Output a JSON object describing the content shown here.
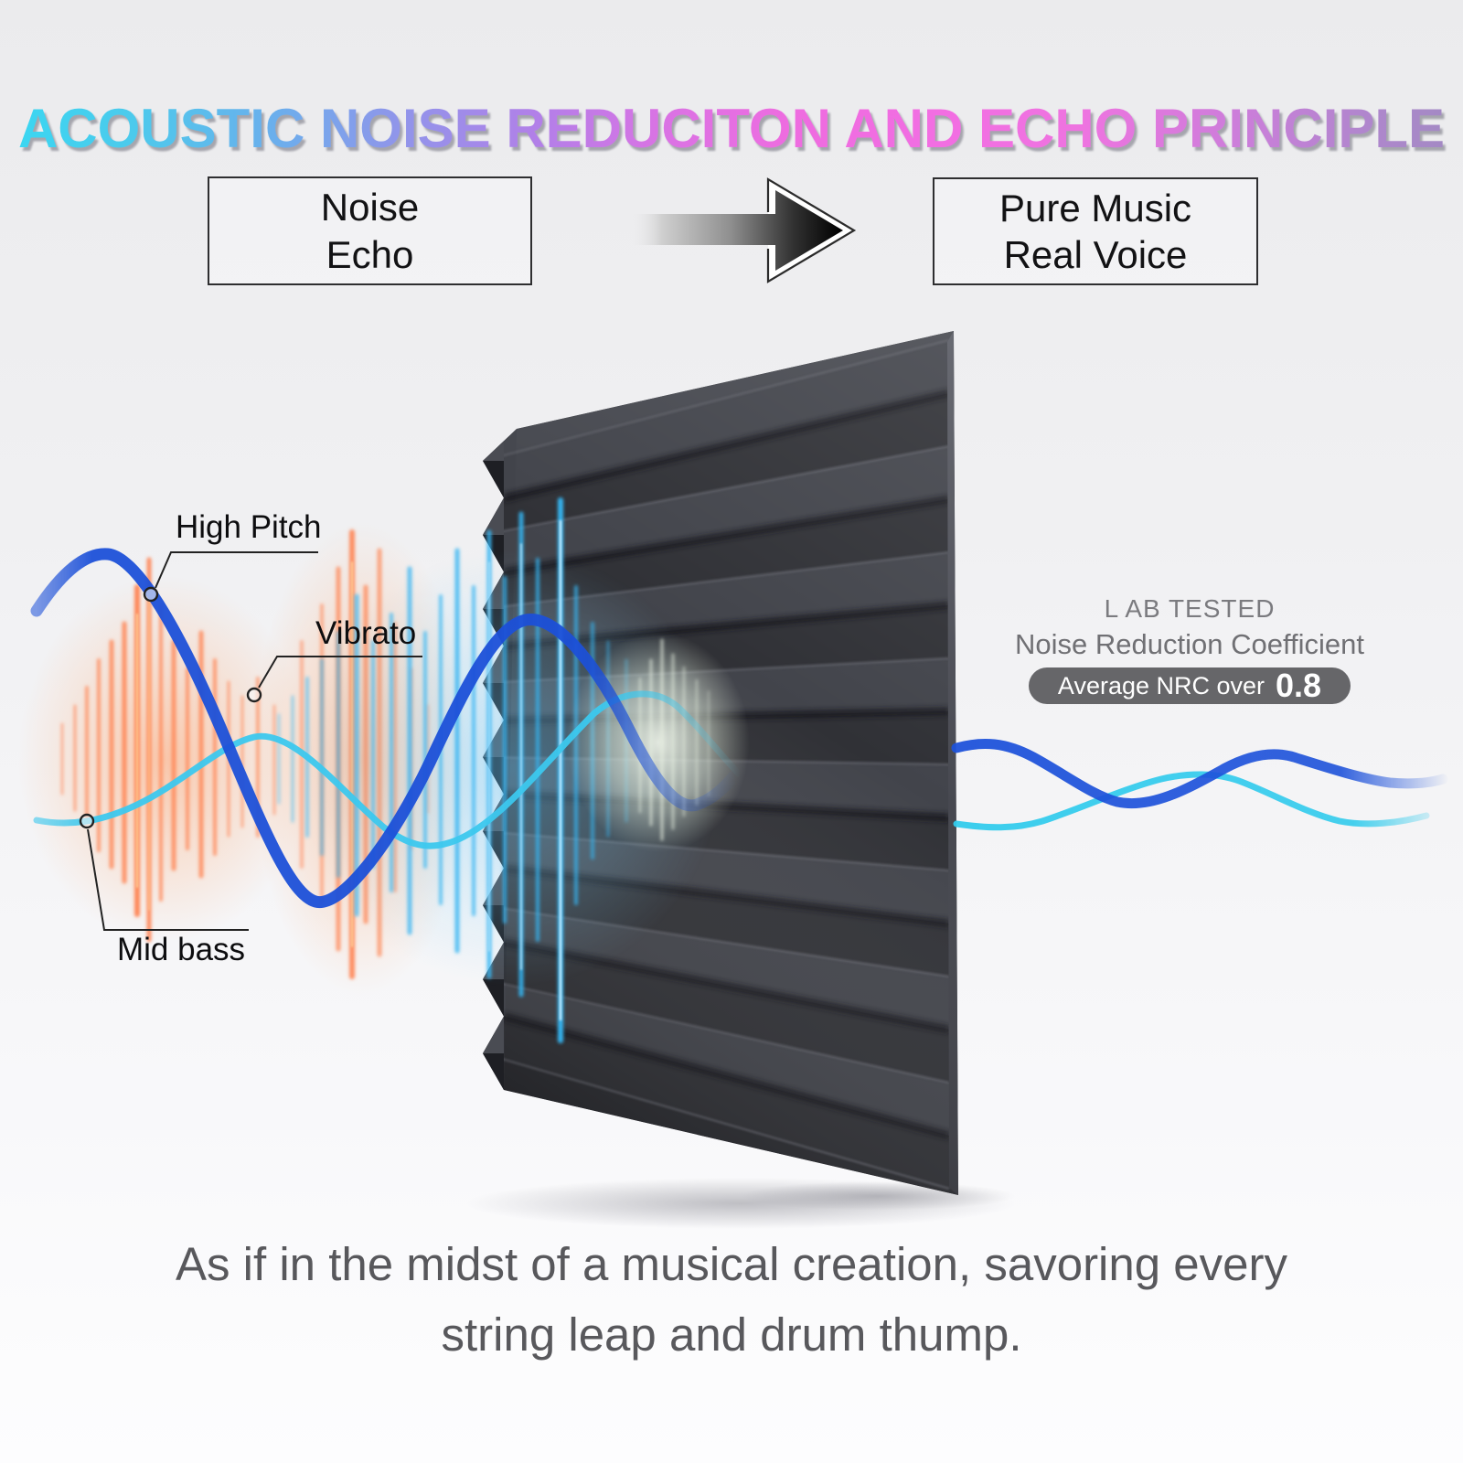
{
  "title": "ACOUSTIC NOISE REDUCITON AND ECHO PRINCIPLE",
  "flow": {
    "input_box": {
      "line1": "Noise",
      "line2": "Echo"
    },
    "output_box": {
      "line1": "Pure Music",
      "line2": "Real Voice"
    }
  },
  "wave_labels": {
    "high_pitch": "High Pitch",
    "vibrato": "Vibrato",
    "mid_bass": "Mid bass"
  },
  "lab_test": {
    "heading": "L AB TESTED",
    "subheading": "Noise Reduction Coefficient",
    "badge_label": "Average NRC over",
    "badge_value": "0.8"
  },
  "caption": {
    "line1": "As if in the midst of a musical creation, savoring every",
    "line2": "string leap and drum thump."
  },
  "colors": {
    "wave_blue": "#1c50d8",
    "wave_cyan": "#3cc8ee",
    "spike_orange": "#ff7e4a",
    "spike_blue": "#35b5f2",
    "foam_dark": "#35363b",
    "badge_gray": "#666669"
  }
}
